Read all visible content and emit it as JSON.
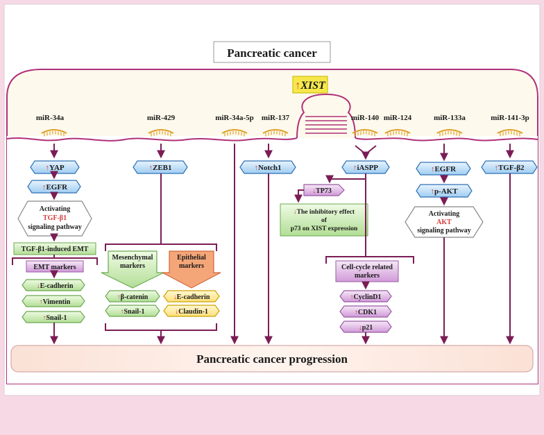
{
  "title": "Pancreatic cancer",
  "xist": {
    "arrow": "↑",
    "label": "XIST"
  },
  "mirnas": [
    "miR-34a",
    "miR-429",
    "miR-34a-5p",
    "miR-137",
    "miR-140",
    "miR-124",
    "miR-133a",
    "miR-141-3p"
  ],
  "pathway_34a": {
    "yap": "YAP",
    "egfr": "EGFR",
    "activating_line1": "Activating",
    "activating_line2": "TGF-β1",
    "activating_line3": "signaling pathway",
    "emt": "TGF-β1-induced EMT",
    "emt_markers": "EMT markers",
    "markers": [
      "E-cadherin",
      "Vimentin",
      "Snail-1"
    ],
    "marker_dirs": [
      "↓",
      "↑",
      "↑"
    ]
  },
  "pathway_429": {
    "zeb1": "ZEB1",
    "mesenchymal_line1": "Mesenchymal",
    "mesenchymal_line2": "markers",
    "epithelial_line1": "Epithelial",
    "epithelial_line2": "markers",
    "mes_markers": [
      "β-catenin",
      "Snail-1"
    ],
    "mes_dirs": [
      "↑",
      "↑"
    ],
    "epi_markers": [
      "E-cadherin",
      "Claudin-1"
    ],
    "epi_dirs": [
      "↓",
      "↓"
    ]
  },
  "pathway_137": {
    "notch1": "Notch1"
  },
  "pathway_140": {
    "iaspp": "iASPP",
    "tp73": "TP73",
    "inhibitory_line1": "The inhibitory effect",
    "inhibitory_line2": "of",
    "inhibitory_line3": "p73 on XIST expression",
    "cell_cycle_line1": "Cell-cycle related",
    "cell_cycle_line2": "markers",
    "markers": [
      "CyclinD1",
      "CDK1",
      "p21"
    ],
    "marker_dirs": [
      "↑",
      "↑",
      "↓"
    ]
  },
  "pathway_133a": {
    "egfr": "EGFR",
    "pakt": "p-AKT",
    "activating_line1": "Activating",
    "activating_line2": "AKT",
    "activating_line3": "signaling pathway"
  },
  "pathway_141": {
    "tgfb2": "TGF-β2"
  },
  "progression": "Pancreatic cancer progression",
  "colors": {
    "membrane": "#b0307a",
    "arrow": "#7a1d55",
    "blue_box": "#cfe7fb",
    "green_box": "#a8d98a",
    "yellow_box": "#ffe98a",
    "purple_box": "#d9b3e0",
    "orange_box": "#f4a679",
    "cell": "#fdf8ea"
  }
}
